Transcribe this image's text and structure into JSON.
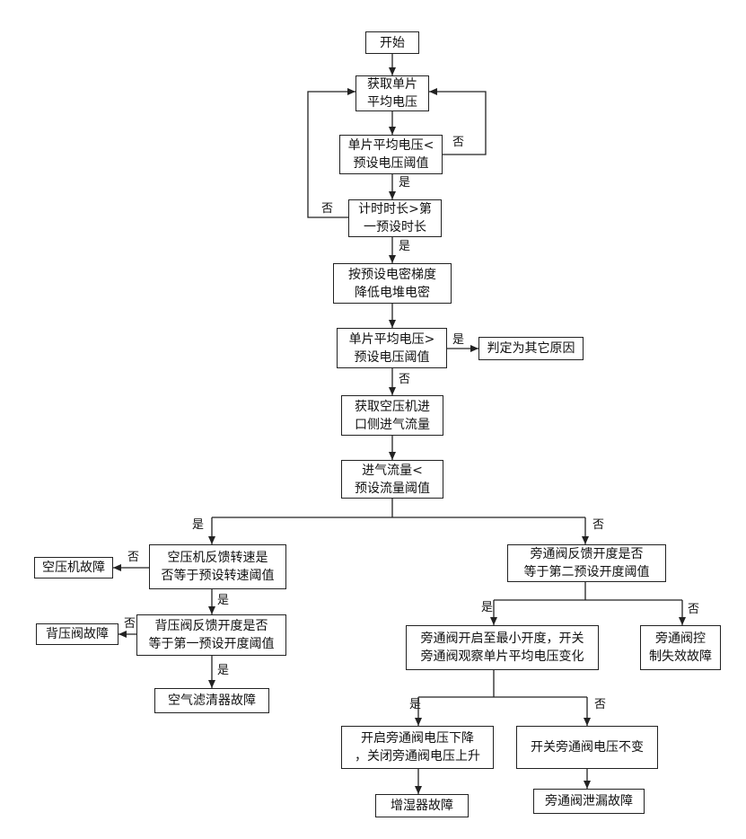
{
  "nodes": {
    "start": "开始",
    "get_voltage": "获取单片\n平均电压",
    "cmp_voltage_low": "单片平均电压<\n预设电压阈值",
    "timer_check": "计时时长>第\n一预设时长",
    "reduce_density": "按预设电密梯度\n降低电堆电密",
    "cmp_voltage_high": "单片平均电压>\n预设电压阈值",
    "other_cause": "判定为其它原因",
    "get_flow": "获取空压机进\n口侧进气流量",
    "cmp_flow": "进气流量<\n预设流量阈值",
    "compressor_speed": "空压机反馈转速是\n否等于预设转速阈值",
    "compressor_fault": "空压机故障",
    "backpressure_check": "背压阀反馈开度是否\n等于第一预设开度阈值",
    "backpressure_fault": "背压阀故障",
    "air_filter_fault": "空气滤清器故障",
    "bypass_check": "旁通阀反馈开度是否\n等于第二预设开度阈值",
    "bypass_open_min": "旁通阀开启至最小开度，开关\n旁通阀观察单片平均电压变化",
    "bypass_control_fault": "旁通阀控\n制失效故障",
    "voltage_changes": "开启旁通阀电压下降\n，关闭旁通阀电压上升",
    "voltage_unchanged": "开关旁通阀电压不变",
    "humidifier_fault": "增湿器故障",
    "bypass_leak_fault": "旁通阀泄漏故障"
  },
  "labels": {
    "no_1": "否",
    "yes_1": "是",
    "no_2": "否",
    "yes_2": "是",
    "yes_3": "是",
    "no_3": "否",
    "yes_4": "是",
    "no_4": "否",
    "no_5": "否",
    "yes_5": "是",
    "no_6": "否",
    "yes_6": "是",
    "yes_7": "是",
    "no_7": "否",
    "yes_8": "是",
    "no_8": "否"
  }
}
